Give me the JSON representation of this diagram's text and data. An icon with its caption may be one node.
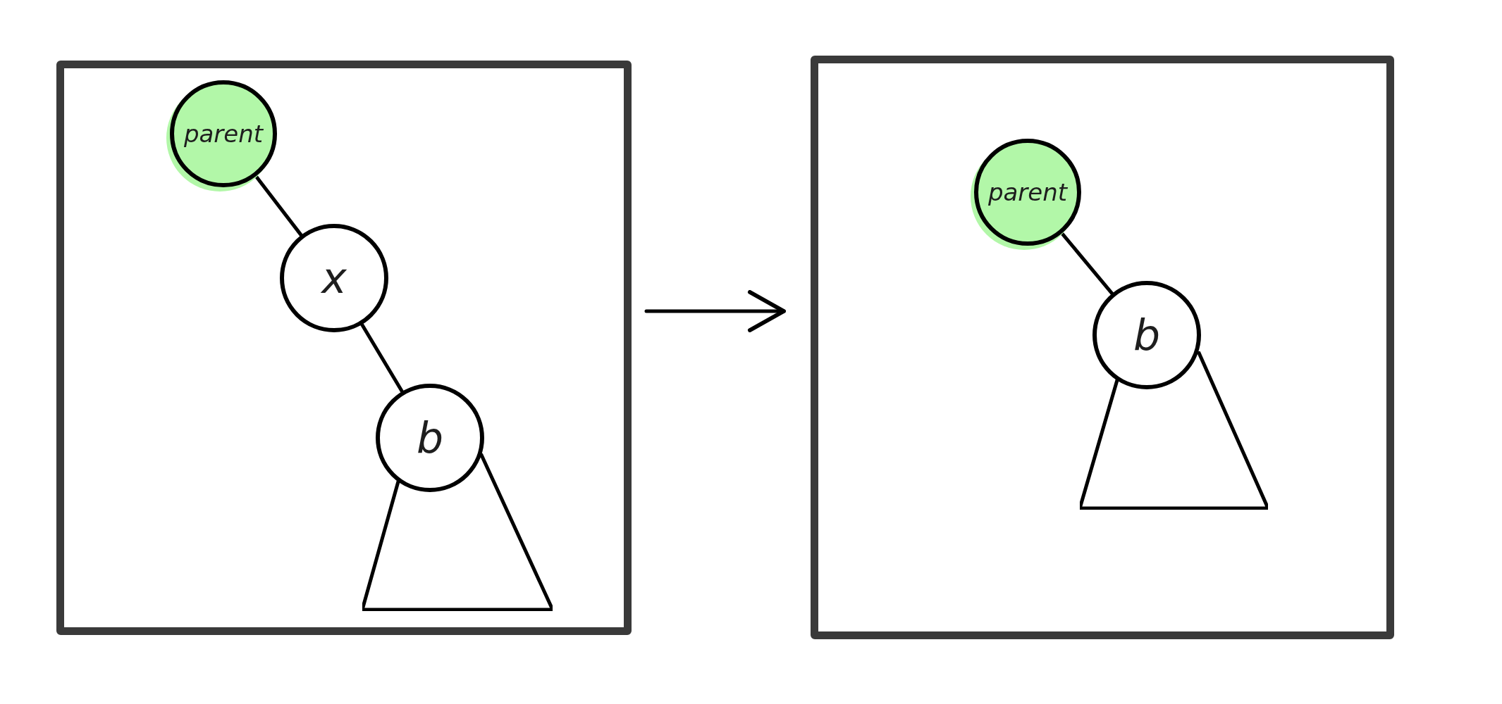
{
  "diagram": {
    "nodes": [
      {
        "text": [],
        "shape": "box"
      },
      {
        "text": [
          "parent"
        ],
        "in": 0
      },
      {
        "text": [
          "x"
        ],
        "in": 0
      },
      {
        "text": [
          "b"
        ],
        "in": 0
      },
      {
        "text": [],
        "shape": "triangle",
        "in": 0
      },
      {
        "text": [],
        "shape": "box"
      },
      {
        "text": [
          "parent"
        ],
        "in": 5
      },
      {
        "text": [
          "b"
        ],
        "in": 5
      },
      {
        "text": [],
        "shape": "triangle",
        "in": 5
      }
    ],
    "edges": [
      {
        "from": 1,
        "to": 2,
        "arrow": "none"
      },
      {
        "from": 2,
        "to": 3,
        "arrow": "none"
      },
      {
        "from": 0,
        "to": 5,
        "arrow": "to"
      },
      {
        "from": 6,
        "to": 7,
        "arrow": "none"
      }
    ]
  }
}
